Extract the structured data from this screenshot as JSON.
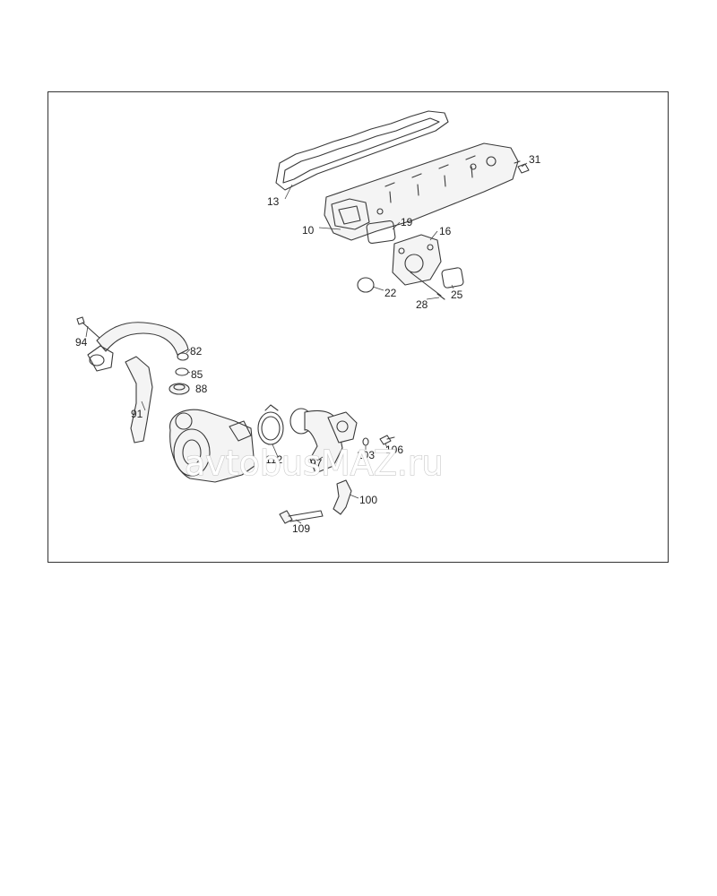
{
  "diagram": {
    "labels": [
      {
        "key": "p13",
        "text": "13"
      },
      {
        "key": "p31",
        "text": "31"
      },
      {
        "key": "p10",
        "text": "10"
      },
      {
        "key": "p19",
        "text": "19"
      },
      {
        "key": "p16",
        "text": "16"
      },
      {
        "key": "p22",
        "text": "22"
      },
      {
        "key": "p28",
        "text": "28"
      },
      {
        "key": "p25",
        "text": "25"
      },
      {
        "key": "p94",
        "text": "94"
      },
      {
        "key": "p82",
        "text": "82"
      },
      {
        "key": "p85",
        "text": "85"
      },
      {
        "key": "p88",
        "text": "88"
      },
      {
        "key": "p91",
        "text": "91"
      },
      {
        "key": "p112",
        "text": "112"
      },
      {
        "key": "p97",
        "text": "97"
      },
      {
        "key": "p103",
        "text": "103"
      },
      {
        "key": "p106",
        "text": "106"
      },
      {
        "key": "p100",
        "text": "100"
      },
      {
        "key": "p109",
        "text": "109"
      }
    ],
    "watermark": "avtobusMAZ.ru",
    "colors": {
      "line": "#3a3a3a",
      "frame": "#333333",
      "watermark_stroke": "#c8c8c8"
    }
  }
}
